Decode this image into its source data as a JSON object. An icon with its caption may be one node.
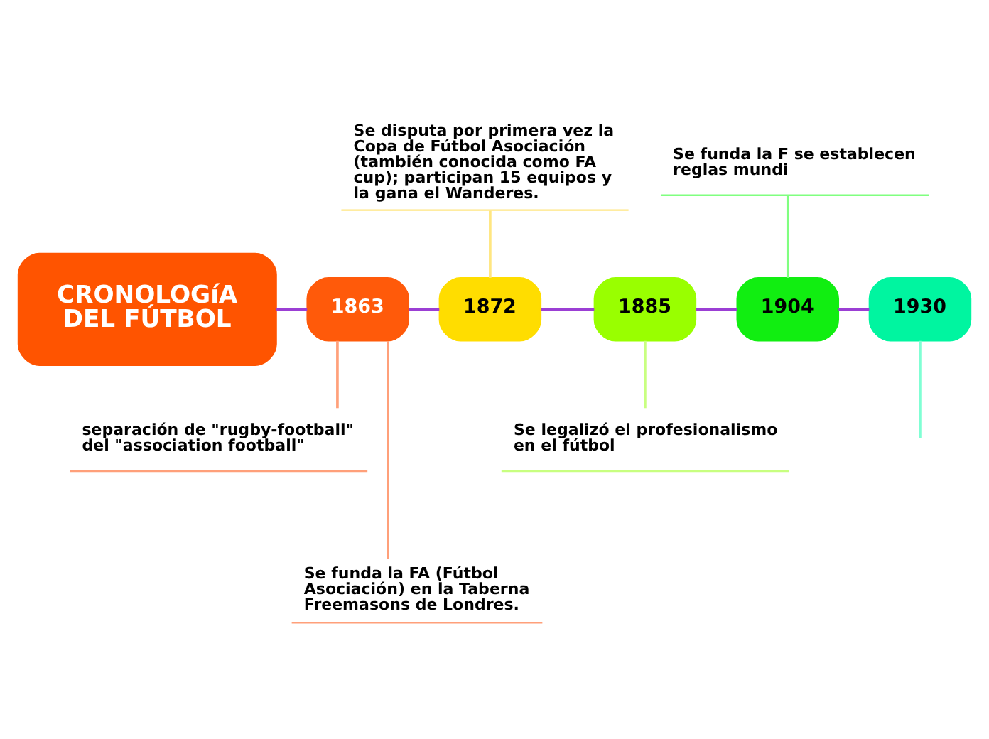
{
  "diagram": {
    "nodes": [
      {
        "text": [
          "CRONOLOGíA DEL FÚTBOL"
        ]
      },
      {
        "text": [
          "1863"
        ]
      },
      {
        "text": [
          "separación de \"rugby-football\" del \"association football\""
        ]
      },
      {
        "text": [
          "Se funda la FA (Fútbol Asociación) en la Taberna Freemasons de Londres."
        ]
      },
      {
        "text": [
          "1872"
        ]
      },
      {
        "text": [
          "Se disputa por primera vez la Copa de Fútbol Asociación (también conocida como FA cup); participan 15 equipos y la gana el Wanderes."
        ]
      },
      {
        "text": [
          "1885"
        ]
      },
      {
        "text": [
          "Se legalizó el profesionalismo en el fútbol"
        ]
      },
      {
        "text": [
          "1904"
        ]
      },
      {
        "text": [
          "Se funda la F se establecen reglas mundi"
        ]
      },
      {
        "text": [
          "1930"
        ]
      }
    ],
    "edges": [
      {
        "from": 0,
        "to": 1,
        "arrow": "none",
        "color": "#9b3fd4"
      },
      {
        "from": 1,
        "to": 2,
        "arrow": "none",
        "color": "#ffa07a"
      },
      {
        "from": 1,
        "to": 3,
        "arrow": "none",
        "color": "#ffa07a"
      },
      {
        "from": 1,
        "to": 4,
        "arrow": "none",
        "color": "#9b3fd4"
      },
      {
        "from": 5,
        "to": 4,
        "arrow": "none",
        "color": "#ffe680"
      },
      {
        "from": 4,
        "to": 6,
        "arrow": "none",
        "color": "#9b3fd4"
      },
      {
        "from": 6,
        "to": 7,
        "arrow": "none",
        "color": "#c8ff80"
      },
      {
        "from": 6,
        "to": 8,
        "arrow": "none",
        "color": "#9b3fd4"
      },
      {
        "from": 9,
        "to": 8,
        "arrow": "none",
        "color": "#80ff80"
      },
      {
        "from": 8,
        "to": 10,
        "arrow": "none",
        "color": "#9b3fd4"
      },
      {
        "from": 10,
        "to": null,
        "arrow": "none",
        "color": "#80ffd4"
      }
    ]
  }
}
